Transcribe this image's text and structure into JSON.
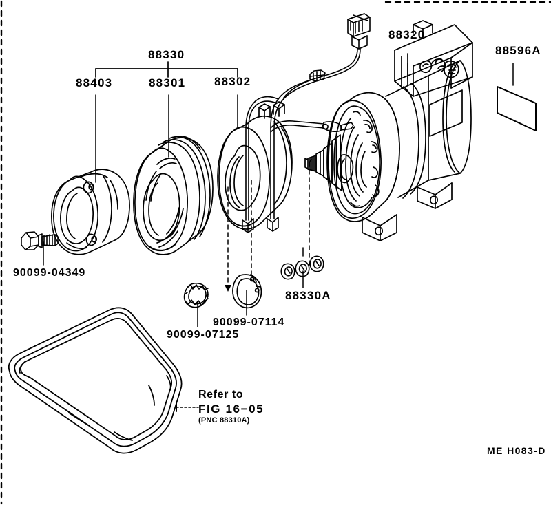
{
  "sheet": {
    "sheet_code": "ME H083-D",
    "group_label": "88330",
    "members": [
      "88403",
      "88301",
      "88302"
    ]
  },
  "labels": {
    "group_clutch": "88330",
    "rotor_hub": "88403",
    "clutch_rotor": "88301",
    "stator_coil": "88302",
    "compressor": "88320",
    "id_label_plate": "88596A",
    "shim_set": "88330A",
    "bolt": "90099-04349",
    "snap_ring": "90099-07114",
    "wave_washer": "90099-07125"
  },
  "refer_note": {
    "line1": "Refer to",
    "line2": "FIG  16−05",
    "line3": "(PNC 88310A)"
  },
  "colors": {
    "ink": "#000000",
    "paper": "#ffffff"
  },
  "icons": {
    "bolt": "bolt-icon",
    "belt": "drive-belt-icon",
    "compressor": "ac-compressor-icon",
    "rotor": "clutch-rotor-icon",
    "stator": "stator-coil-icon",
    "hub": "clutch-hub-icon",
    "plate": "id-plate-icon",
    "snap_ring": "snap-ring-icon",
    "wave_washer": "wave-washer-icon",
    "shims": "shim-washers-icon",
    "connector": "wire-connector-icon"
  }
}
